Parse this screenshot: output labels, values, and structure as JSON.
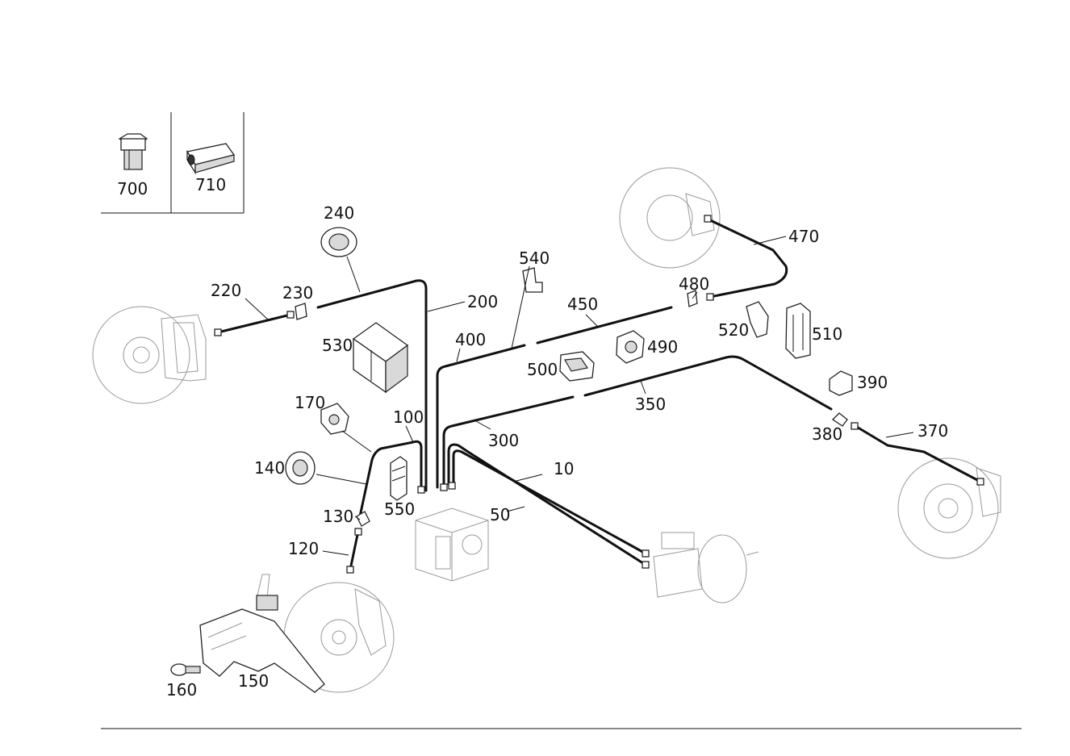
{
  "labels": {
    "p10": "10",
    "p50": "50",
    "p100": "100",
    "p120": "120",
    "p130": "130",
    "p140": "140",
    "p150": "150",
    "p160": "160",
    "p170": "170",
    "p200": "200",
    "p220": "220",
    "p230": "230",
    "p240": "240",
    "p300": "300",
    "p350": "350",
    "p370": "370",
    "p380": "380",
    "p390": "390",
    "p400": "400",
    "p450": "450",
    "p470": "470",
    "p480": "480",
    "p490": "490",
    "p500": "500",
    "p510": "510",
    "p520": "520",
    "p530": "530",
    "p540": "540",
    "p550": "550",
    "p700": "700",
    "p710": "710"
  }
}
